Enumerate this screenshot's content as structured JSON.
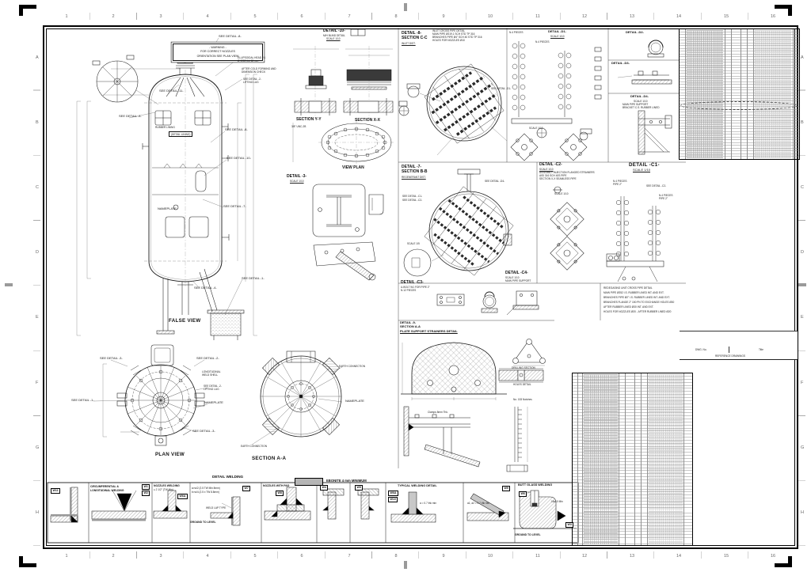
{
  "frame": {
    "cols": [
      "1",
      "2",
      "3",
      "4",
      "5",
      "6",
      "7",
      "8",
      "9",
      "10",
      "11",
      "12",
      "13",
      "14",
      "15",
      "16"
    ],
    "rows": [
      "A",
      "B",
      "C",
      "D",
      "E",
      "F",
      "G",
      "H"
    ]
  },
  "warning": {
    "l1": "- WARNING -",
    "l2": "FOR CORRECT NOZZLES",
    "l3": "ORIENTATION SEE PLAN VIEW"
  },
  "elev": {
    "cap": "FALSE VIEW",
    "s8": "SEE DETAIL -8-",
    "eh1": "ELLIPSOIDAL HEAD 2:1",
    "eh2": "Ø 1900 thk 18 mm",
    "cf1": "AFTER COLD FORMING AND",
    "cf2": "DIMENSION CHECK",
    "lug1": "SEE DETAIL -2-",
    "lug2": "LIFTING LUG",
    "s11": "SEE DETAIL -11-",
    "s3": "SEE DETAIL -3-",
    "rl": "RUBBER LINING",
    "dl": "(DETAIL LINING)",
    "s8b": "SEE DETAIL -8-",
    "s10": "SEE DETAIL -10-",
    "s7": "SEE DETAIL -7-",
    "s4": "SEE DETAIL -4-",
    "s1": "SEE DETAIL -1-",
    "np": "NAMEPLATE"
  },
  "mh": {
    "t": "DETAIL -10-",
    "s1": "M/H BLIND DETAIL",
    "s2": "SCALE 1/10",
    "sy": "SECTION Y-Y",
    "sx": "SECTION X-X",
    "vp": "VIEW PLAN",
    "th": "3/8\" UNC-2B"
  },
  "d3": {
    "t": "DETAIL -3-",
    "s": "SCALE 1/10"
  },
  "d8": {
    "t": "DETAIL -8-",
    "s1": "SECTION C-C",
    "s2": "INLET DIST.",
    "n1": "INLET CROSS PIPE DETAIL",
    "n2": "MAIN PIPE Ø219.1 SCH STD TP 316",
    "n3": "BRANCHES PIPE Ø4\" SCH 40 STD TP 316",
    "n4": "HOLES FOR NOZZLES Ø10",
    "sd": "SEE DETAIL -D1-"
  },
  "d7": {
    "t": "DETAIL -7-",
    "s1": "SECTION B-B",
    "s2": "REGENERANT DIST.",
    "sc1": "SEE DETAIL -C1-",
    "sc2": "SEE DETAIL -C2-",
    "sd4": "SEE DETAIL -D4-",
    "sc5": "SCALE 1/5"
  },
  "c1": {
    "t": "DETAIL -C1-",
    "s": "SCALE 1/10",
    "n1": "N.4 PIECES",
    "p1": "PIPE 2\"",
    "sd": "SEE DETAIL -C2-",
    "n2": "N.4 PIECES",
    "p2": "PIPE 2\""
  },
  "c2": {
    "t": "DETAIL -C2-",
    "s": "SCALE 1/10",
    "a": "ASSEMBLY INJECTION FLANGED STRAINERS",
    "b": "AISI 316 SCH 40S PIPE",
    "c": "SECTION X-X SEAMLESS PIPE",
    "s2": "SCALE 1/10"
  },
  "c3": {
    "t": "DETAIL -C3-",
    "a": "U-BOLT W1 FOR PIPE 2\"",
    "b": "N.12 PIECES"
  },
  "c4": {
    "t": "DETAIL -C4-",
    "s": "SCALE 1/10",
    "a": "MAIN PIPE SUPPORT"
  },
  "d1": {
    "t": "DETAIL -D1-",
    "s": "SCALE 1/10",
    "n1": "N.4 PIECES",
    "n2": "N.4 PIECES",
    "s2": "SCALE 1/10"
  },
  "pd": {
    "d2": "DETAIL -D2-",
    "d3": "DETAIL -D3-",
    "d4": "DETAIL -D4-",
    "s": "SCALE 1/10",
    "a": "MAIN PIPE SUPPORT",
    "b": "BRACKET C.S. RUBBER LINED"
  },
  "rg": {
    "l1": "REDEGASING UNIT CROSS PIPE DETAIL",
    "l2": "MAIN PIPE Ø252 I.S. RUBBER LINED INT. AND EXT.",
    "l3": "BRANCHES PIPE Ø2\" I.S. RUBBER LINED INT. AND EXT.",
    "l4": "BRANCHES FLANGE 2\" 150 PN TO EXCHANGE HOLES Ø30",
    "l5": "AFTER RUBBER LINED Ø30 INT. AND EXT.",
    "l6": "HOLES FOR NOZZLES Ø20 - AFTER RUBBER LINED Ø20"
  },
  "d9": {
    "t": "DETAIL -9-",
    "s1": "SECTION A-A",
    "s2": "PLATE SUPPORT STRAINERS DETAIL",
    "a": "DRILLING SECTION",
    "b": "HOLES DETAIL",
    "c": "No. 153 Notches",
    "d": "Clamps 8mm Thk."
  },
  "pv": {
    "cap": "PLAN VIEW",
    "c1": "SEE DETAIL -3-",
    "c2": "SEE DETAIL -2-",
    "c3": "LONGITUDINAL",
    "c4": "WELD SHELL",
    "c5": "SEE DETAIL -2-",
    "c6": "LIFTING LUG",
    "c7": "NAMEPLATE",
    "c8": "SEE DETAIL -3-",
    "c9": "SEE DETAIL -1-"
  },
  "sa": {
    "cap": "SECTION A-A",
    "c1": "EARTH CONNECTION",
    "c2": "NAMEPLATE",
    "c3": "EARTH CONNECTION"
  },
  "rb": {
    "dwg": "DWG. No.",
    "ttl": "Title",
    "hdr": "REFERENCE DRAWINGS"
  },
  "wd": {
    "t": "DETAIL WELDING",
    "eb": "EBONITE 4 mm MINIMUM",
    "c2a": "CIRCUMFERENTIAL &",
    "c2b": "LONGITUDINAL WELDING",
    "c3a": "NOZZLES WELDING",
    "c3b": "≤ 2 1/2\" (TW Min)",
    "c4a": "a=w/2 (2.5 TW Min 8mm)",
    "c4b": "b=w/4 (2.5 x TW 8.8mm)",
    "c4c": "WELD LAP TYPE",
    "gnd": "GROUND TO LEVEL",
    "c5": "NOZZLES WITH PAD",
    "c8a": "TYPICAL WELDING DETAIL",
    "c8b": "a = 0.7 thk min",
    "c9b": "a1, a2 = 0.7 thk min",
    "c10a": "BUTT GLASS WELDING",
    "c10b": "16x10 Min",
    "w1": "W1",
    "w2": "W2",
    "w3": "W3",
    "w4": "W4",
    "w5": "W5",
    "w6": "W6",
    "w6a": "W6A",
    "w7": "W7",
    "w8": "W8",
    "w9": "W9",
    "w10": "W10",
    "w11": "W11"
  }
}
